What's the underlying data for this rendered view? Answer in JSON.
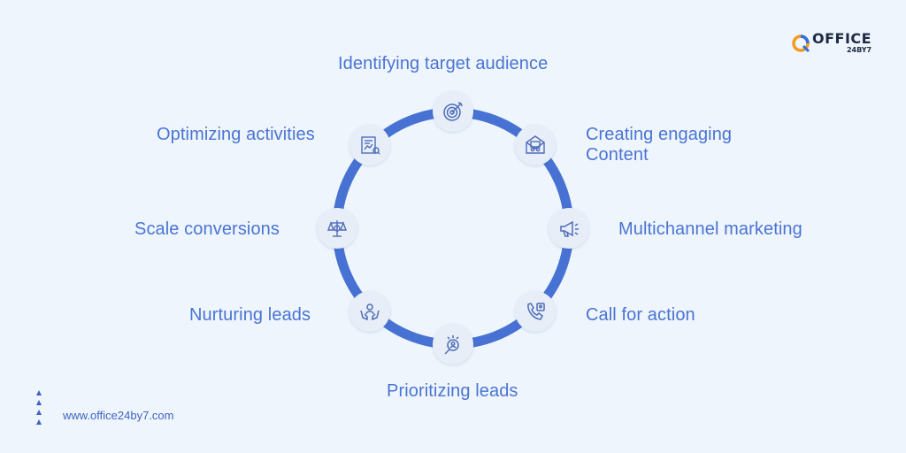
{
  "brand": {
    "logo_text": "OFFICE",
    "logo_subtext": "24BY7",
    "colors": {
      "primary": "#4a74d4",
      "ring": "#4772d3",
      "background": "#eef5fd",
      "logo_orange": "#f39a1e",
      "logo_blue": "#2f6fde"
    }
  },
  "cycle": {
    "steps": [
      {
        "label": "Identifying target audience",
        "icon": "target-icon"
      },
      {
        "label": "Creating engaging",
        "label_line2": "Content",
        "icon": "content-creation-icon"
      },
      {
        "label": "Multichannel marketing",
        "icon": "megaphone-icon"
      },
      {
        "label": "Call for action",
        "icon": "phone-call-icon"
      },
      {
        "label": "Prioritizing leads",
        "icon": "lead-search-icon"
      },
      {
        "label": "Nurturing leads",
        "icon": "nurturing-hands-icon"
      },
      {
        "label": "Scale conversions",
        "icon": "balance-scale-icon"
      },
      {
        "label": "Optimizing activities",
        "icon": "optimization-chart-icon"
      }
    ]
  },
  "footer": {
    "url": "www.office24by7.com"
  }
}
